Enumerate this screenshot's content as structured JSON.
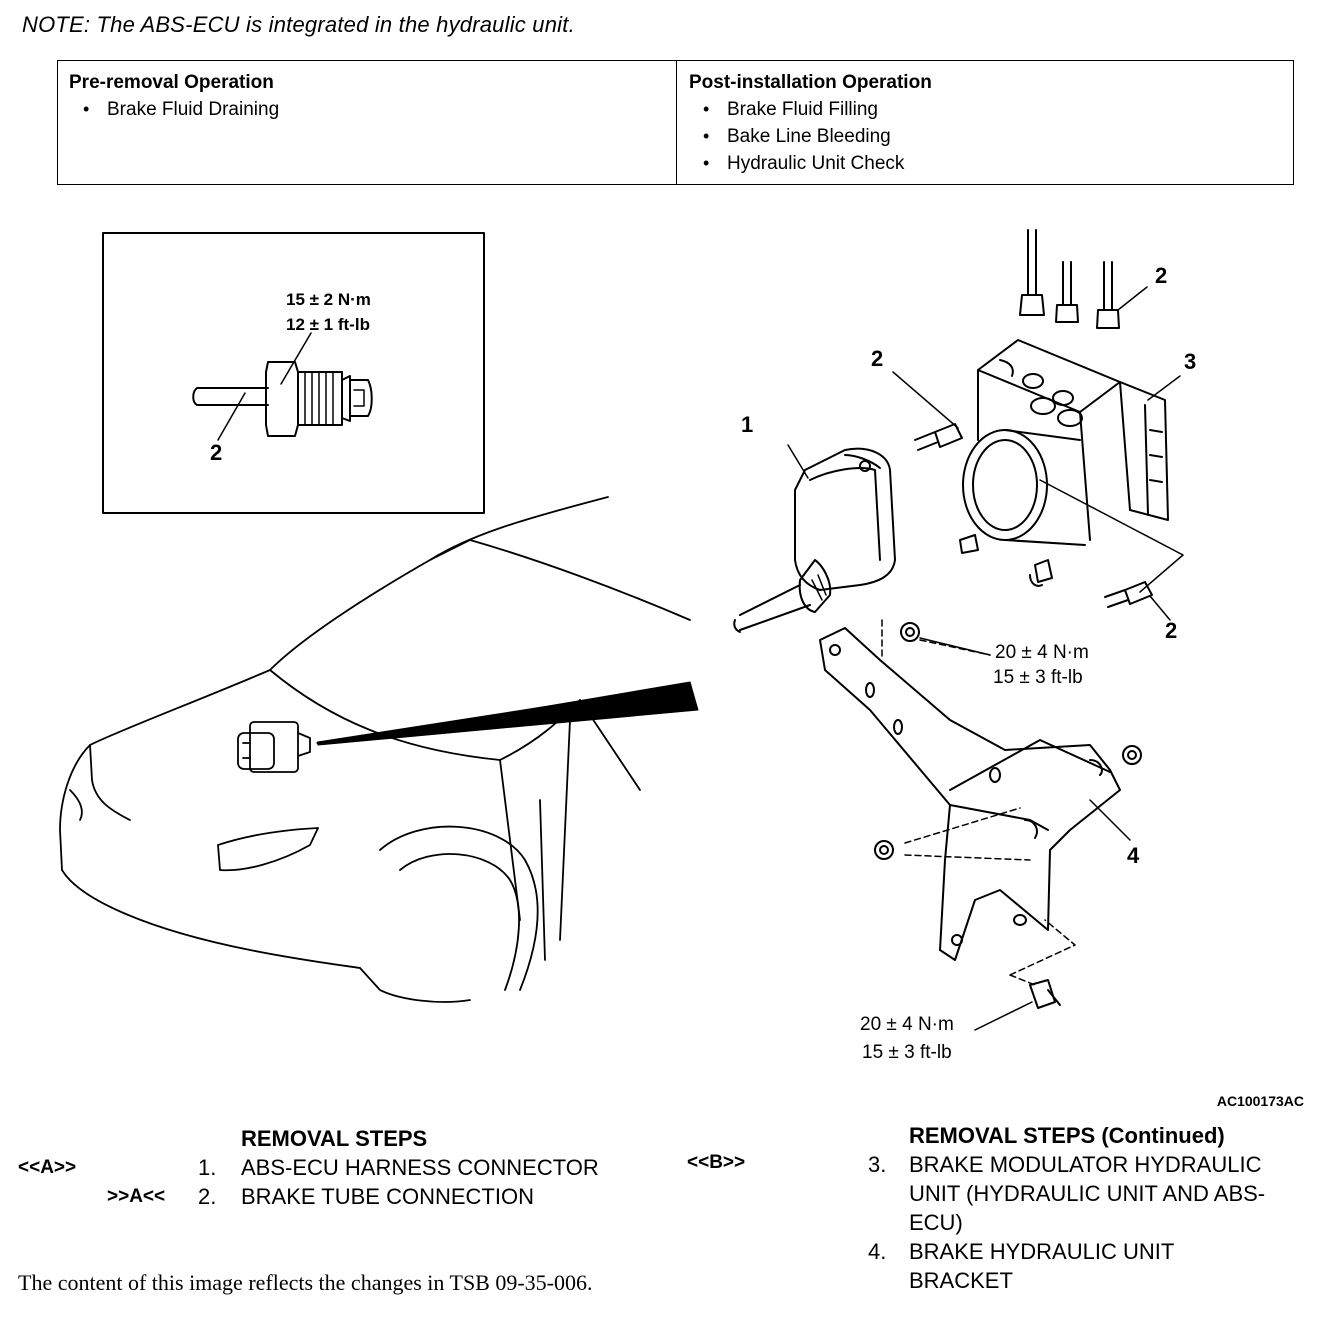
{
  "note": "NOTE: The ABS-ECU is integrated in the hydraulic unit.",
  "pre_removal": {
    "title": "Pre-removal Operation",
    "items": [
      "Brake Fluid Draining"
    ]
  },
  "post_installation": {
    "title": "Post-installation Operation",
    "items": [
      "Brake Fluid Filling",
      "Bake Line Bleeding",
      "Hydraulic Unit Check"
    ]
  },
  "diagram": {
    "inset_torque_nm": "15 ± 2 N·m",
    "inset_torque_ftlb": "12 ± 1 ft-lb",
    "bracket_torque_nm": "20 ± 4 N·m",
    "bracket_torque_ftlb": "15 ± 3 ft-lb",
    "bolt_torque_nm": "20 ± 4 N·m",
    "bolt_torque_ftlb": "15 ± 3 ft-lb",
    "callouts": [
      "1",
      "2",
      "3",
      "4"
    ],
    "figure_code": "AC100173AC"
  },
  "removal_steps": {
    "title": "REMOVAL STEPS",
    "items": [
      {
        "tag_left": "<<A>>",
        "tag_right": "",
        "number": "1.",
        "text": "ABS-ECU HARNESS CONNECTOR"
      },
      {
        "tag_left": "",
        "tag_right": ">>A<<",
        "number": "2.",
        "text": "BRAKE TUBE CONNECTION"
      }
    ]
  },
  "removal_steps_continued": {
    "title": "REMOVAL STEPS (Continued)",
    "items": [
      {
        "tag_left": "<<B>>",
        "number": "3.",
        "lines": [
          "BRAKE MODULATOR HYDRAULIC",
          "UNIT (HYDRAULIC UNIT AND ABS-",
          "ECU)"
        ]
      },
      {
        "tag_left": "",
        "number": "4.",
        "lines": [
          "BRAKE HYDRAULIC UNIT",
          "BRACKET"
        ]
      }
    ]
  },
  "footer": "The content of this image reflects the changes in TSB 09-35-006."
}
